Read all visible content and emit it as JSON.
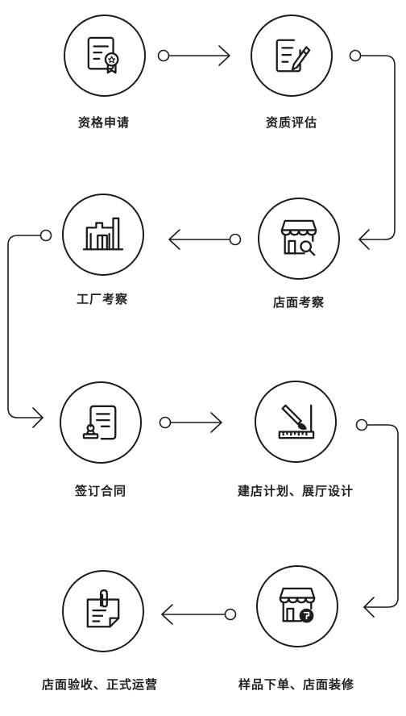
{
  "steps": [
    {
      "label": "资格申请",
      "icon": "certificate-icon"
    },
    {
      "label": "资质评估",
      "icon": "document-edit-icon"
    },
    {
      "label": "店面考察",
      "icon": "store-search-icon"
    },
    {
      "label": "工厂考察",
      "icon": "factory-icon"
    },
    {
      "label": "签订合同",
      "icon": "contract-stamp-icon"
    },
    {
      "label": "建店计划、展厅设计",
      "icon": "design-ruler-icon"
    },
    {
      "label": "样品下单、店面装修",
      "icon": "store-paint-icon"
    },
    {
      "label": "店面验收、正式运营",
      "icon": "clipboard-note-icon"
    }
  ],
  "colors": {
    "stroke": "#1c1c1c",
    "text": "#222222",
    "background": "#ffffff"
  }
}
